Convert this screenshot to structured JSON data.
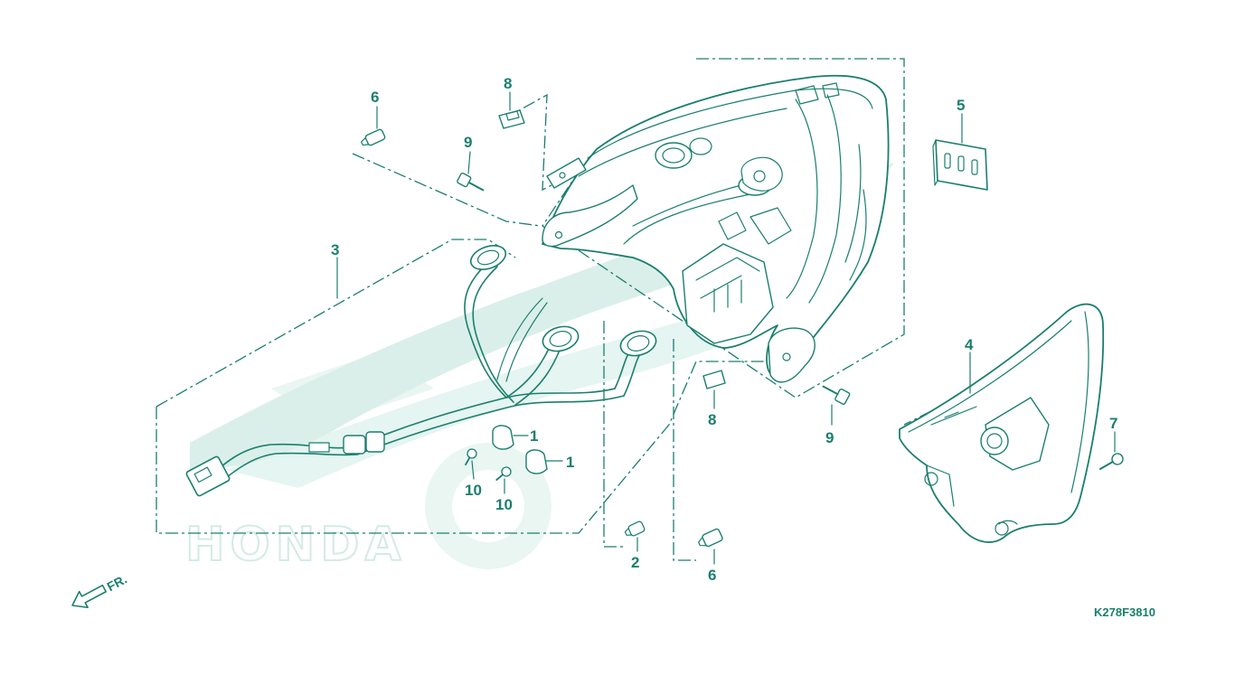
{
  "diagram": {
    "callouts": {
      "c1a": "1",
      "c1b": "1",
      "c2": "2",
      "c3": "3",
      "c4": "4",
      "c5": "5",
      "c6a": "6",
      "c6b": "6",
      "c7": "7",
      "c8a": "8",
      "c8b": "8",
      "c9a": "9",
      "c9b": "9",
      "c10a": "10",
      "c10b": "10"
    },
    "drawing_code": "K278F3810",
    "direction_label": "FR.",
    "watermark_text": "HONDA",
    "colors": {
      "ink": "#1a7f6e",
      "watermark": "#d6eee8",
      "background": "#ffffff"
    }
  }
}
